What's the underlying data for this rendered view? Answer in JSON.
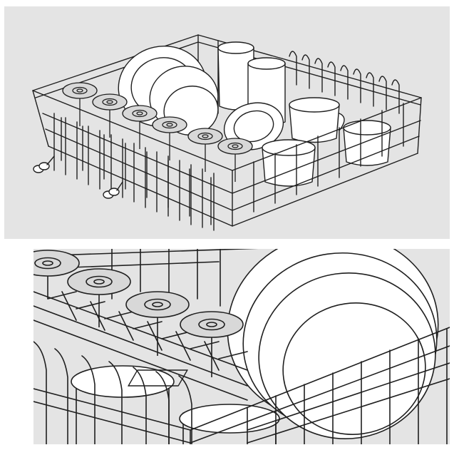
{
  "figure": {
    "panels": [
      {
        "id": "overview",
        "depicts": "dishwasher-upper-rack-loaded"
      },
      {
        "id": "detail",
        "depicts": "rack-tine-closeup"
      }
    ],
    "colors": {
      "panel_background": "#e4e4e4",
      "outline": "#1f1f1f",
      "item_fill": "#ffffff",
      "disc_fill": "#d8d8d8"
    }
  }
}
